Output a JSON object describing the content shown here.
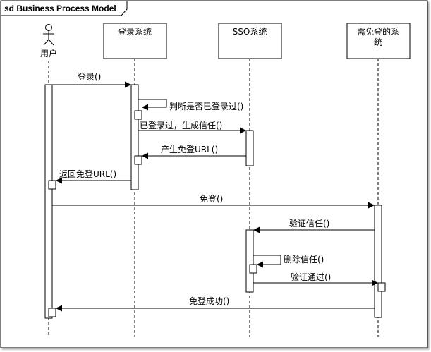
{
  "diagram": {
    "frame_title": "sd Business Process Model",
    "actor": {
      "label": "用户"
    },
    "lifelines": [
      {
        "id": "login",
        "line1": "登录系统",
        "line2": ""
      },
      {
        "id": "sso",
        "line1": "SSO系统",
        "line2": ""
      },
      {
        "id": "free",
        "line1": "需免登的系",
        "line2": "统"
      }
    ],
    "messages": [
      {
        "id": "msg-login",
        "text": "登录()"
      },
      {
        "id": "msg-check",
        "text": "判断是否已登录过()"
      },
      {
        "id": "msg-trust",
        "text": "已登录过，生成信任()"
      },
      {
        "id": "msg-url",
        "text": "产生免登URL()"
      },
      {
        "id": "msg-return",
        "text": "返回免登URL()"
      },
      {
        "id": "msg-free",
        "text": "免登()"
      },
      {
        "id": "msg-verify",
        "text": "验证信任()"
      },
      {
        "id": "msg-delete",
        "text": "删除信任()"
      },
      {
        "id": "msg-pass",
        "text": "验证通过()"
      },
      {
        "id": "msg-success",
        "text": "免登成功()"
      }
    ]
  }
}
